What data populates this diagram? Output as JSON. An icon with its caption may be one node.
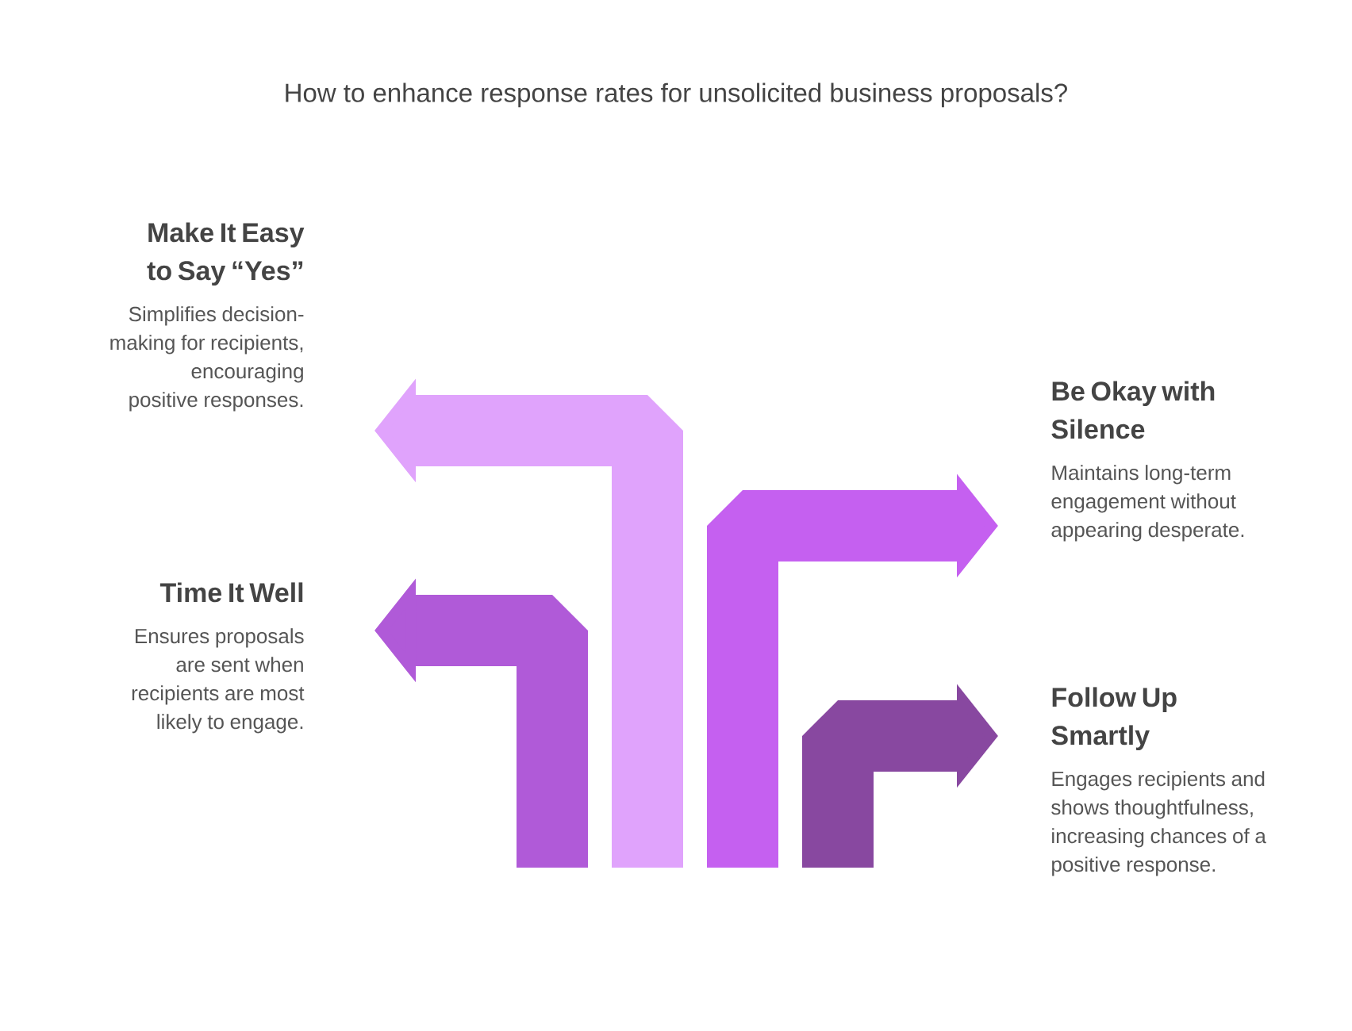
{
  "diagram": {
    "title": "How to enhance response rates for unsolicited business proposals?",
    "nodes": [
      {
        "text": [
          "Make It Easy to Say “Yes”",
          "Simplifies decision-making for recipients, encouraging positive responses."
        ]
      },
      {
        "text": [
          "Be Okay with Silence",
          "Maintains long-term engagement without appearing desperate."
        ]
      },
      {
        "text": [
          "Time It Well",
          "Ensures proposals are sent when recipients are most likely to engage."
        ]
      },
      {
        "text": [
          "Follow Up Smartly",
          "Engages recipients and shows thoughtfulness, increasing chances of a positive response."
        ]
      }
    ],
    "edges": [
      {
        "from": null,
        "to": 0,
        "arrow": "to",
        "color": "#e0a3fc"
      },
      {
        "from": null,
        "to": 1,
        "arrow": "to",
        "color": "#c560f0"
      },
      {
        "from": null,
        "to": 2,
        "arrow": "to",
        "color": "#b05ad8"
      },
      {
        "from": null,
        "to": 3,
        "arrow": "to",
        "color": "#8848a0"
      }
    ]
  }
}
